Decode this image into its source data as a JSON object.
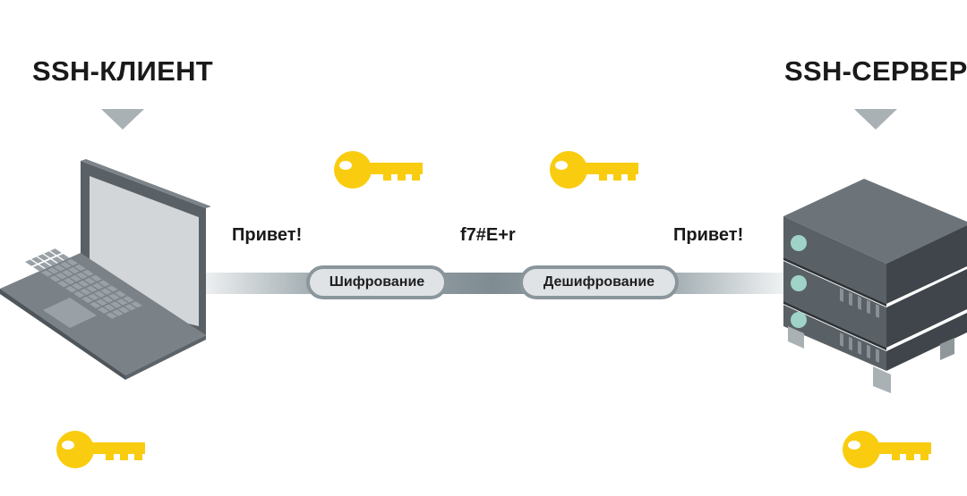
{
  "titles": {
    "client": "SSH-КЛИЕНТ",
    "server": "SSH-СЕРВЕР"
  },
  "messages": {
    "client_plaintext": "Привет!",
    "ciphertext": "f7#E+r",
    "server_plaintext": "Привет!"
  },
  "stages": {
    "encrypt": "Шифрование",
    "decrypt": "Дешифрование"
  },
  "icons": {
    "client_device": "laptop-icon",
    "server_device": "server-rack-icon",
    "keys": [
      "key-icon",
      "key-icon",
      "key-icon",
      "key-icon"
    ],
    "pointers": [
      "triangle-down-icon",
      "triangle-down-icon"
    ]
  },
  "colors": {
    "key": "#f9cc10",
    "pipe": "#7f8c92",
    "pill_fill": "#dfe3e5",
    "pill_border": "#8a969c",
    "laptop_body": "#6a7177",
    "laptop_screen": "#d3d6d8",
    "server_body": "#4a5055",
    "server_light": "#9fd3c7"
  }
}
